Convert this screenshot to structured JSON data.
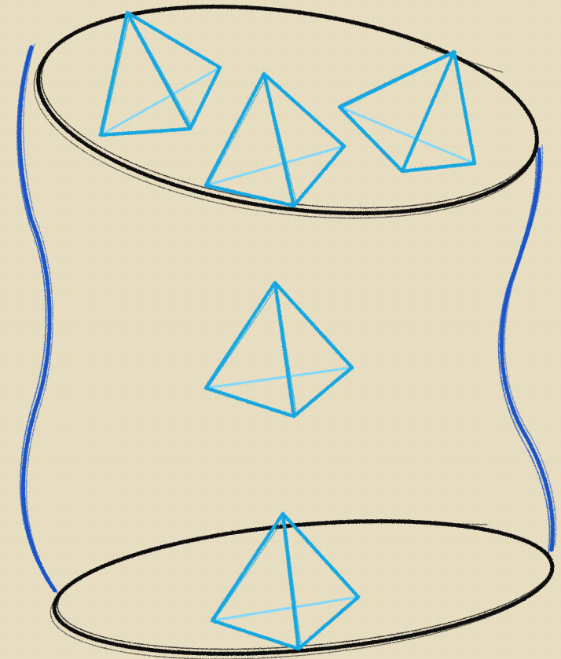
{
  "colors": {
    "background": "#e6dcc0",
    "ellipse_stroke": "#0b0b0b",
    "side_curve": "#1a55c8",
    "tetra_edge": "#18a7e0",
    "tetra_hidden_edge": "#7fd8fb"
  },
  "elements": {
    "top_ring": "ellipse",
    "bottom_ring": "ellipse",
    "left_side": "curve",
    "right_side": "curve",
    "tetrahedra_count": 5
  }
}
